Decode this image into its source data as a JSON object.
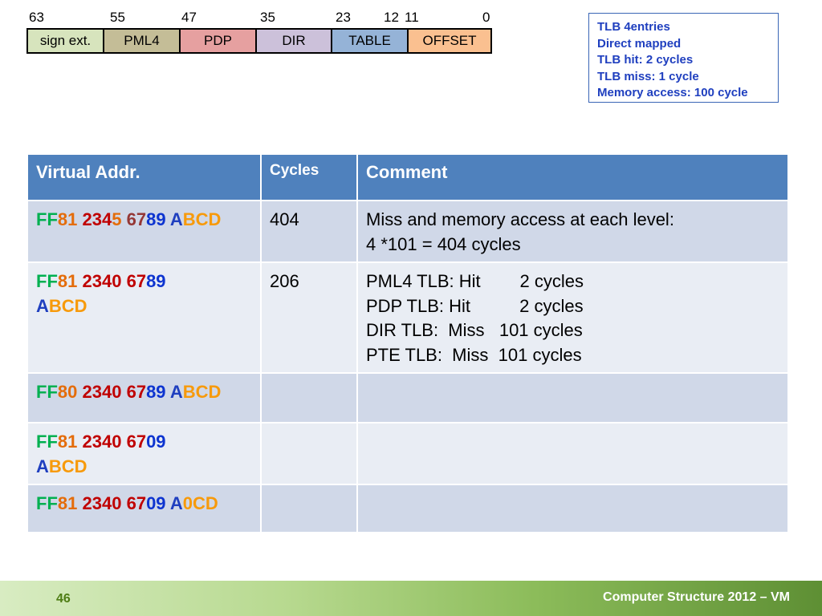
{
  "bit_labels": [
    "63",
    "55",
    "47",
    "35",
    "23",
    "12",
    "11",
    "0"
  ],
  "fields": [
    {
      "label": "sign ext.",
      "color": "#d7e4bd"
    },
    {
      "label": "PML4",
      "color": "#c4bd97"
    },
    {
      "label": "PDP",
      "color": "#e6a0a0"
    },
    {
      "label": "DIR",
      "color": "#ccc1da"
    },
    {
      "label": "TABLE",
      "color": "#95b3d7"
    },
    {
      "label": "OFFSET",
      "color": "#fac090"
    }
  ],
  "info": {
    "lines": [
      "TLB 4entries",
      "Direct mapped",
      "TLB hit: 2 cycles",
      "TLB miss: 1 cycle",
      "Memory access: 100 cycle"
    ]
  },
  "table": {
    "headers": {
      "addr": "Virtual Addr.",
      "cycles": "Cycles",
      "comment": "Comment"
    },
    "rows": [
      {
        "addr": {
          "p1": "FF",
          "p2": "81",
          "p3": "234",
          "p4": "5",
          "p5": "67",
          "p6": "89",
          "p7": "A",
          "p8": "BCD"
        },
        "cycles": "404",
        "comment": [
          "Miss and memory access at each level:",
          "4 *101 = 404 cycles"
        ]
      },
      {
        "addr": {
          "p1": "FF",
          "p2": "81",
          "p3": "2340",
          "p5": "67",
          "p6": "89",
          "p7": "A",
          "p8": "BCD"
        },
        "cycles": "206",
        "comment": [
          "PML4 TLB: Hit        2 cycles",
          "PDP TLB: Hit          2 cycles",
          "DIR TLB:  Miss   101 cycles",
          "PTE TLB:  Miss  101 cycles"
        ]
      },
      {
        "addr": {
          "p1": "FF",
          "p2": "80",
          "p3": "2340",
          "p5": "67",
          "p6": "89",
          "p7": "A",
          "p8": "BCD"
        },
        "cycles": "",
        "comment": []
      },
      {
        "addr": {
          "p1": "FF",
          "p2": "81",
          "p3": "2340",
          "p5": "67",
          "p6": "09",
          "p7": "A",
          "p8": "BCD"
        },
        "cycles": "",
        "comment": []
      },
      {
        "addr": {
          "p1": "FF",
          "p2": "81",
          "p3": "2340",
          "p5": "67",
          "p6": "09",
          "p7": "A",
          "p8a": "0",
          "p8b": "CD"
        },
        "cycles": "",
        "comment": []
      }
    ]
  },
  "footer": {
    "page_number": "46",
    "title": "Computer Structure 2012 – VM"
  }
}
